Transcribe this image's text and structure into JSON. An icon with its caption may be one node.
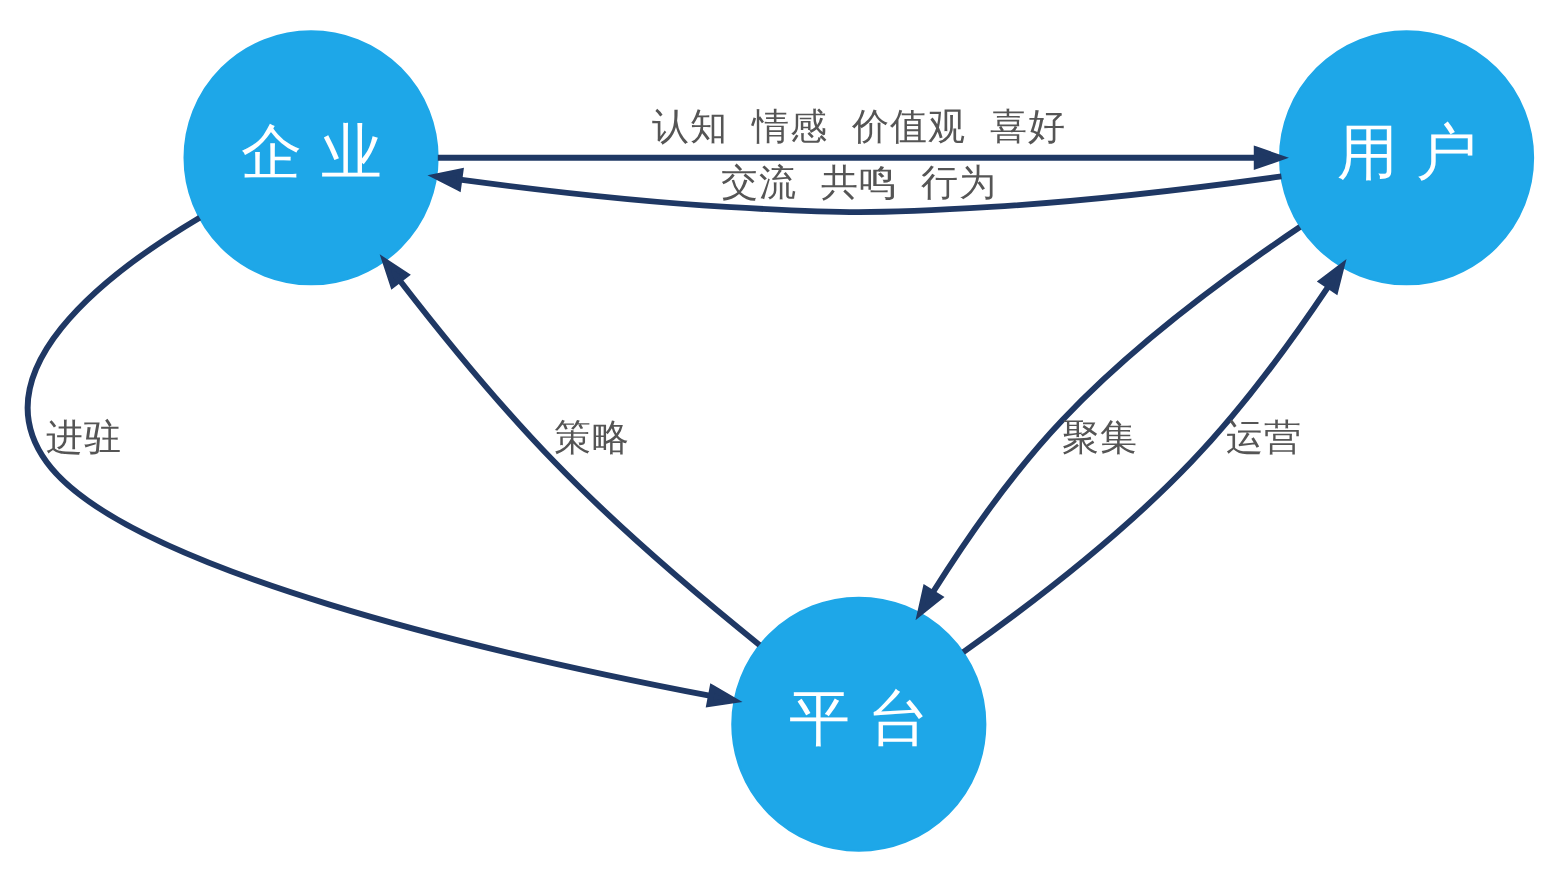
{
  "diagram": {
    "nodes": [
      {
        "text": [
          "企 业"
        ]
      },
      {
        "text": [
          "用 户"
        ]
      },
      {
        "text": [
          "平 台"
        ]
      }
    ],
    "edges": [
      {
        "from": 0,
        "to": 1,
        "arrow": "to",
        "label": "认知  情感  价值观  喜好"
      },
      {
        "from": 1,
        "to": 0,
        "arrow": "to",
        "label": "交流  共鸣  行为"
      },
      {
        "from": 0,
        "to": 2,
        "arrow": "to",
        "label": "进驻"
      },
      {
        "from": 2,
        "to": 0,
        "arrow": "to",
        "label": "策略"
      },
      {
        "from": 1,
        "to": 2,
        "arrow": "to",
        "label": "聚集"
      },
      {
        "from": 2,
        "to": 1,
        "arrow": "to",
        "label": "运营"
      }
    ]
  }
}
